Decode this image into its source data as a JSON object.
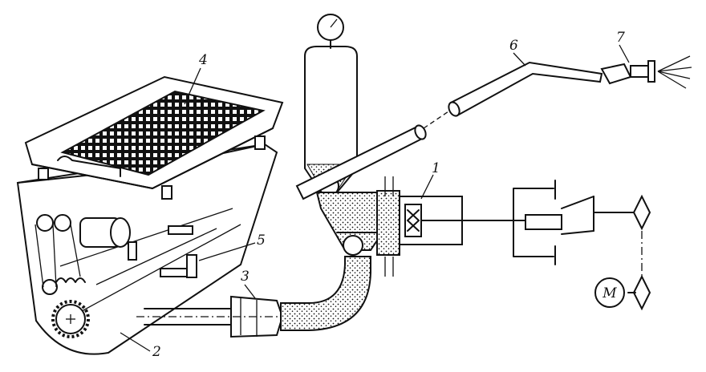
{
  "labels": {
    "pump": "1",
    "hopper": "2",
    "coupling": "3",
    "sieve": "4",
    "drive_belt": "5",
    "hose": "6",
    "nozzle": "7"
  },
  "motor_symbol": "M"
}
